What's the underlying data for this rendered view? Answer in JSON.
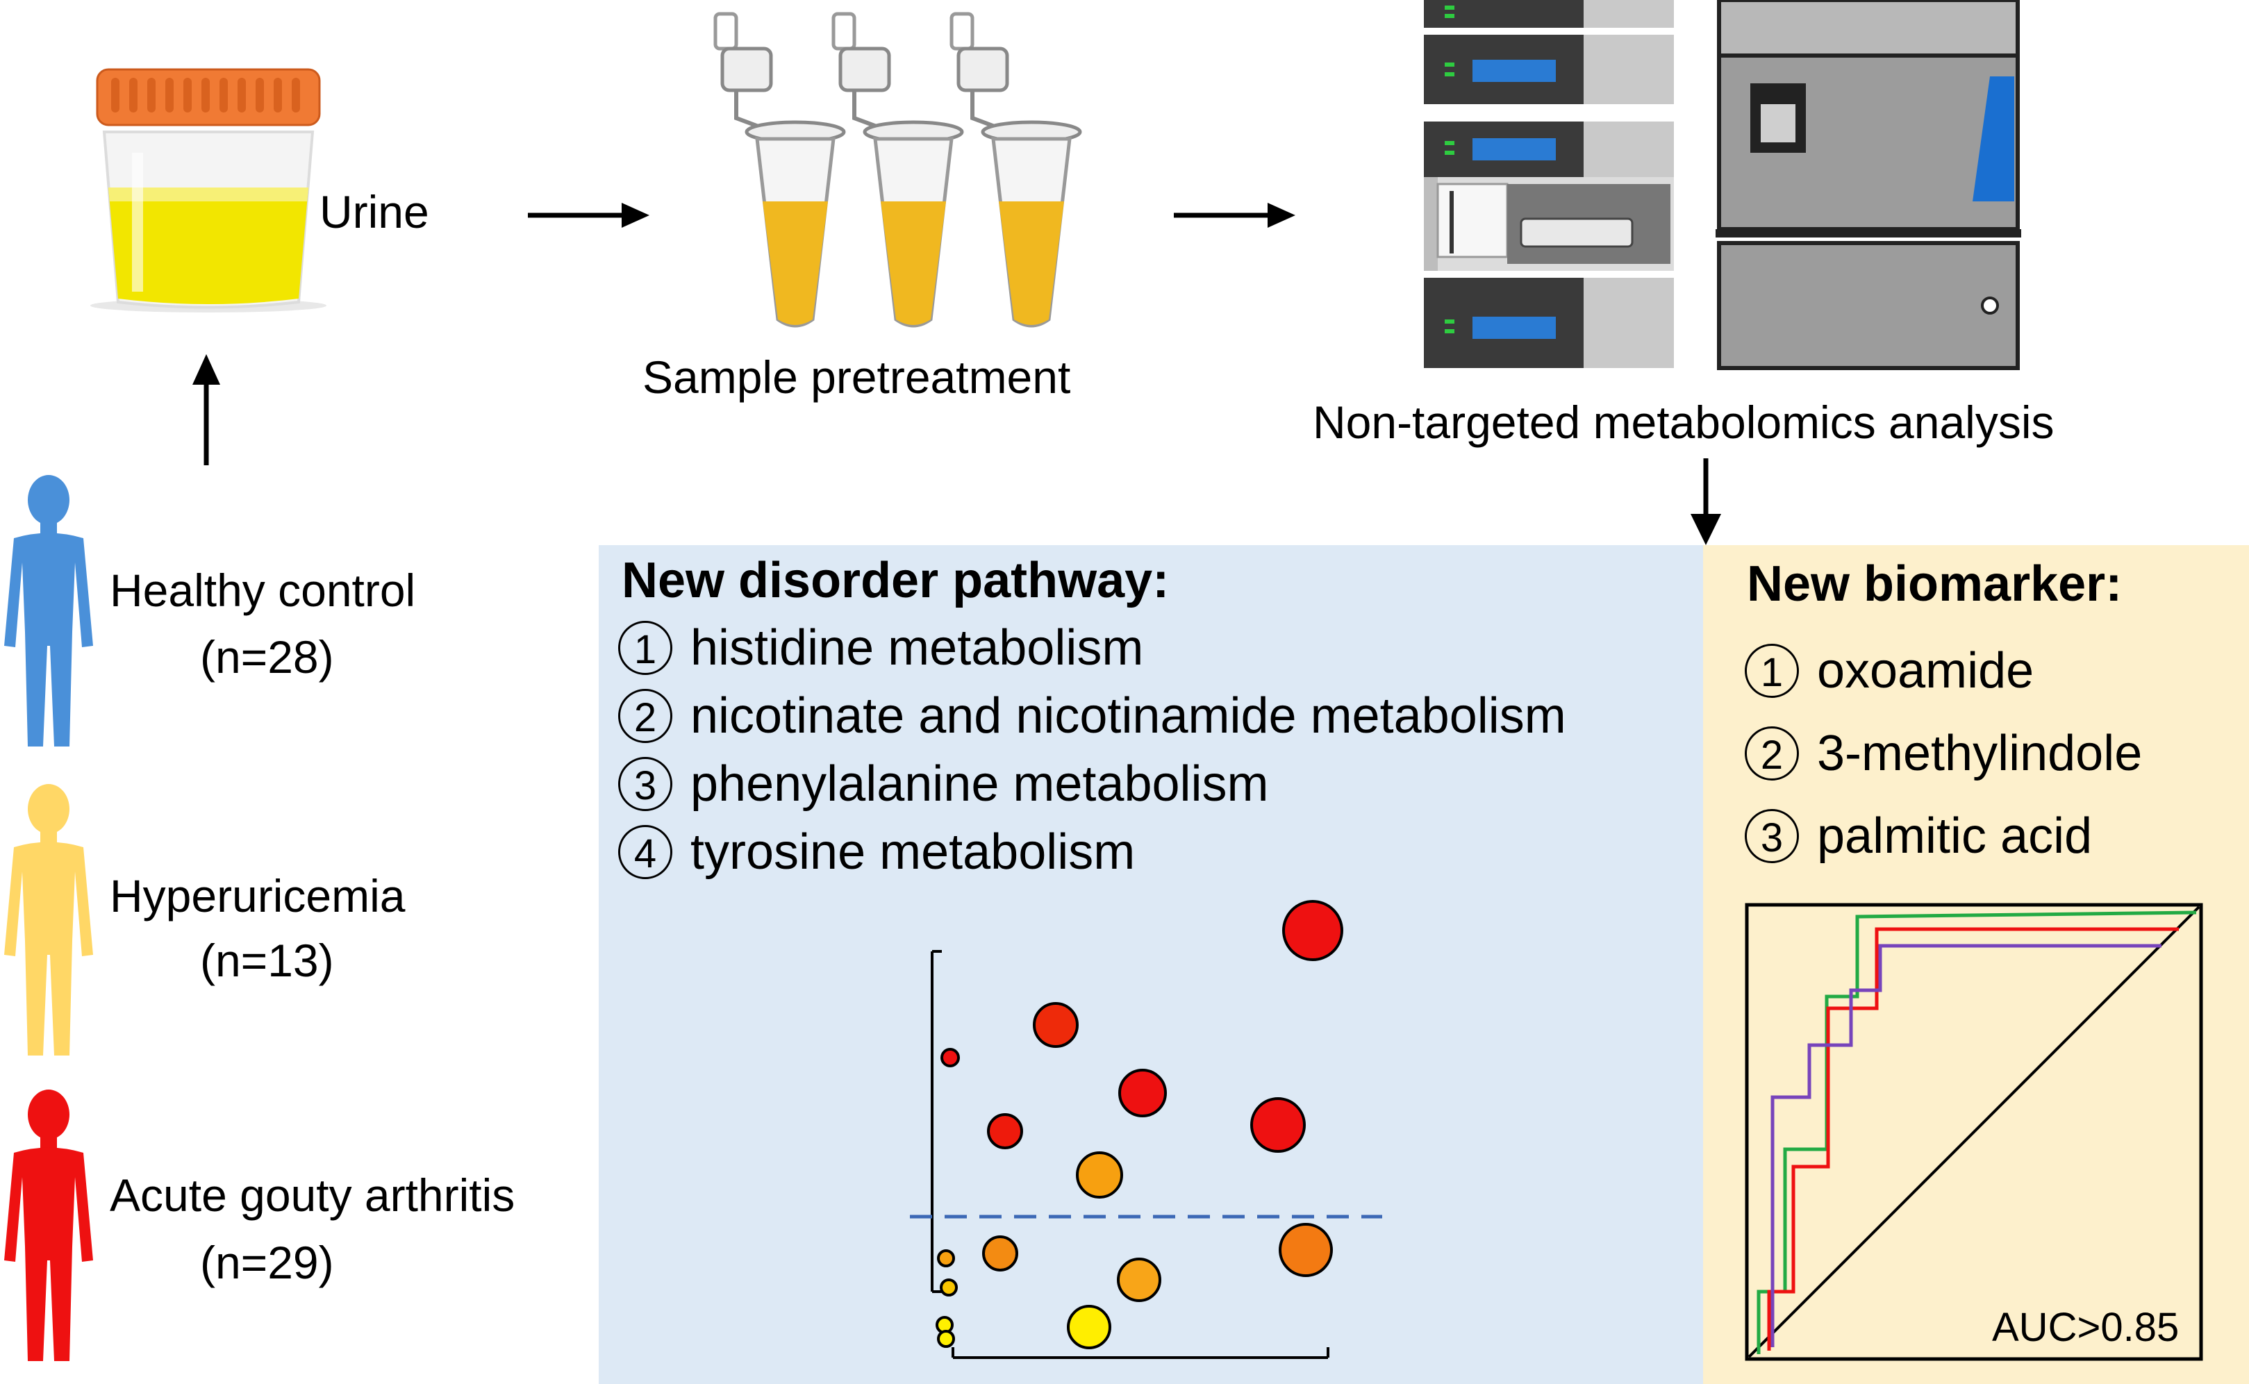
{
  "workflow": {
    "urine_label": "Urine",
    "pretreatment_label": "Sample pretreatment",
    "analysis_label": "Non-targeted metabolomics analysis"
  },
  "groups": [
    {
      "name": "Healthy control",
      "n": "(n=28)",
      "color": "#4a90d9"
    },
    {
      "name": "Hyperuricemia",
      "n": "(n=13)",
      "color": "#ffd766"
    },
    {
      "name": "Acute gouty arthritis",
      "n": "(n=29)",
      "color": "#ee1111"
    }
  ],
  "pathway_panel": {
    "title": "New disorder pathway:",
    "items": [
      {
        "num": "1",
        "text": "histidine metabolism"
      },
      {
        "num": "2",
        "text": "nicotinate and nicotinamide metabolism"
      },
      {
        "num": "3",
        "text": "phenylalanine metabolism"
      },
      {
        "num": "4",
        "text": "tyrosine metabolism"
      }
    ],
    "background": "#dde9f5"
  },
  "biomarker_panel": {
    "title": "New biomarker:",
    "items": [
      {
        "num": "1",
        "text": "oxoamide"
      },
      {
        "num": "2",
        "text": "3-methylindole"
      },
      {
        "num": "3",
        "text": "palmitic acid"
      }
    ],
    "auc_label": "AUC>0.85",
    "background": "#fdf0cc"
  },
  "colors": {
    "urine": "#f2e600",
    "cap": "#f07a34",
    "tube_liquid": "#f0b820",
    "roc_green": "#22aa44",
    "roc_red": "#ee1111",
    "roc_purple": "#7744bb",
    "dashed_line": "#3b68b5"
  }
}
